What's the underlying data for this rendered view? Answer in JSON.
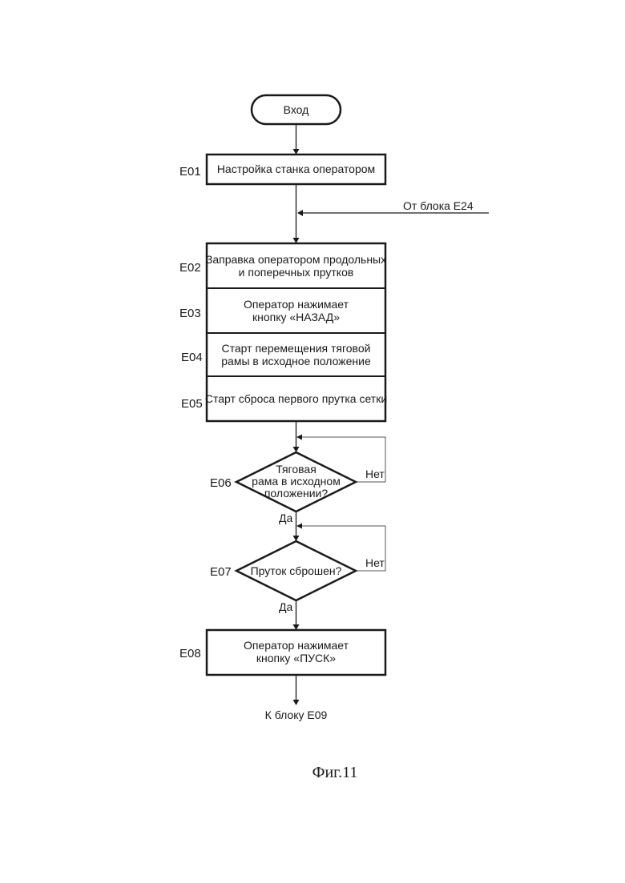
{
  "start": {
    "label": "Вход"
  },
  "steps": [
    {
      "id": "E01",
      "lines": [
        "Настройка станка оператором"
      ]
    },
    {
      "id": "E02",
      "lines": [
        "Заправка оператором продольных",
        "и поперечных прутков"
      ]
    },
    {
      "id": "E03",
      "lines": [
        "Оператор нажимает",
        "кнопку «НАЗАД»"
      ]
    },
    {
      "id": "E04",
      "lines": [
        "Старт перемещения тяговой",
        "рамы в исходное положение"
      ]
    },
    {
      "id": "E05",
      "lines": [
        "Старт сброса первого прутка сетки"
      ]
    },
    {
      "id": "E08",
      "lines": [
        "Оператор нажимает",
        "кнопку «ПУСК»"
      ]
    }
  ],
  "decisions": [
    {
      "id": "E06",
      "lines": [
        "Тяговая",
        "рама в исходном",
        "положении?"
      ],
      "no": "Нет",
      "yes": "Да"
    },
    {
      "id": "E07",
      "lines": [
        "Пруток сброшен?"
      ],
      "no": "Нет",
      "yes": "Да"
    }
  ],
  "connectors": {
    "from_block": "От блока E24",
    "to_block": "К блоку E09"
  },
  "caption": "Фиг.11"
}
